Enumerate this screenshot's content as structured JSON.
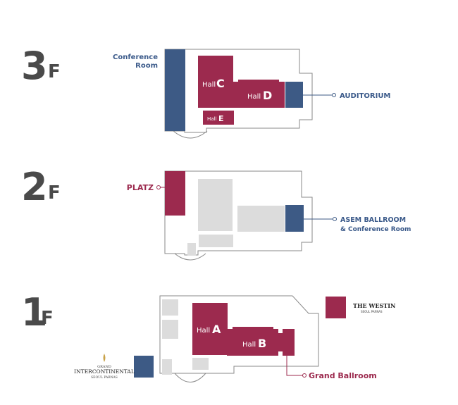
{
  "colors": {
    "hall": "#9c2a4e",
    "blue": "#3d5a85",
    "gray": "#dcdcdc",
    "outline": "#8a8a8a",
    "floor_text": "#4a4a4a"
  },
  "floors": {
    "f3": {
      "number": "3",
      "suffix": "F",
      "conference_room": {
        "line1": "Conference",
        "line2": "Room"
      },
      "auditorium": "AUDITORIUM",
      "hall_c": {
        "prefix": "Hall",
        "letter": "C"
      },
      "hall_d": {
        "prefix": "Hall",
        "letter": "D"
      },
      "hall_e": {
        "prefix": "Hall",
        "letter": "E"
      }
    },
    "f2": {
      "number": "2",
      "suffix": "F",
      "platz": "PLATZ",
      "asem": {
        "line1": "ASEM BALLROOM",
        "line2": "& Conference Room"
      }
    },
    "f1": {
      "number": "1",
      "suffix": "F",
      "hall_a": {
        "prefix": "Hall",
        "letter": "A"
      },
      "hall_b": {
        "prefix": "Hall",
        "letter": "B"
      },
      "grand_ballroom": "Grand Ballroom"
    }
  },
  "logos": {
    "westin": {
      "line1": "THE WESTIN",
      "line2": "SEOUL PARNAS"
    },
    "intercontinental": {
      "line1": "GRAND",
      "line2": "INTERCONTINENTAL",
      "line3": "SEOUL PARNAS"
    }
  }
}
